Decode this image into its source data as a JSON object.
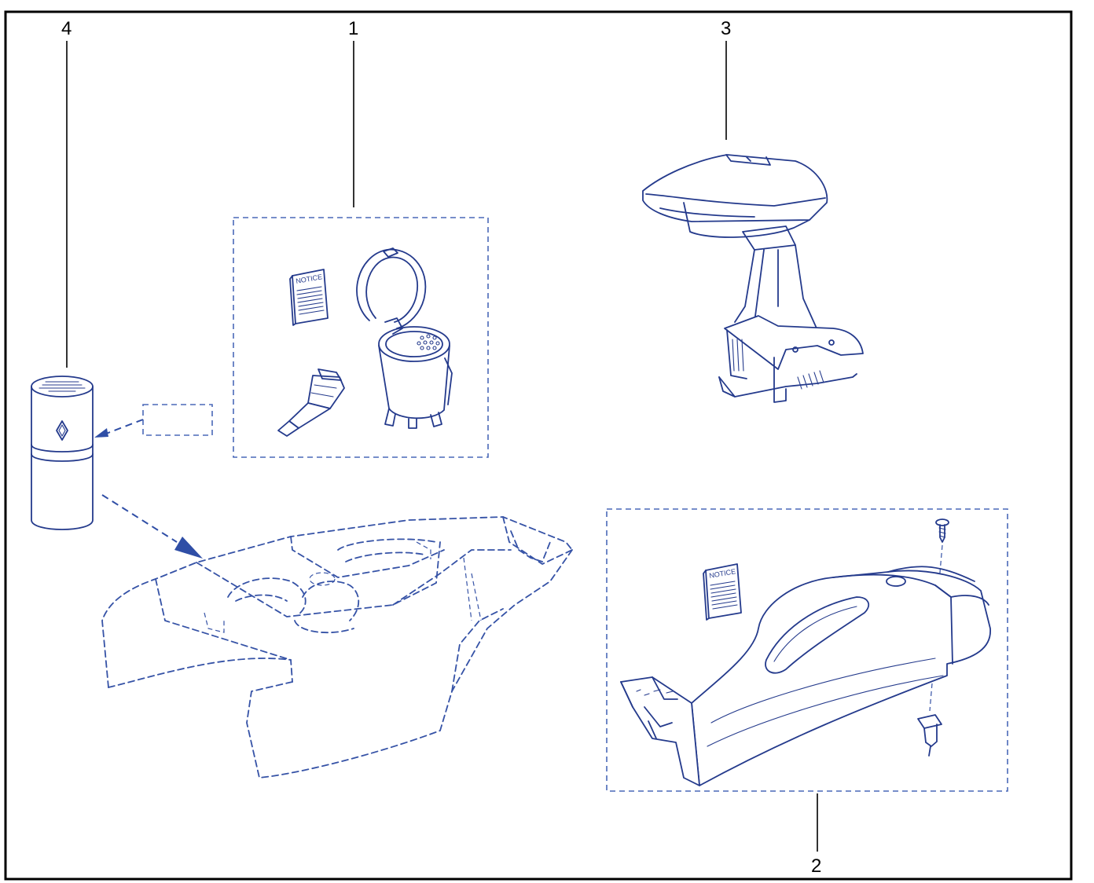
{
  "callouts": [
    {
      "id": "1",
      "label": "1"
    },
    {
      "id": "2",
      "label": "2"
    },
    {
      "id": "3",
      "label": "3"
    },
    {
      "id": "4",
      "label": "4"
    }
  ],
  "notice_label": "NOTICE",
  "colors": {
    "frame": "#000000",
    "ink": "#243a8c",
    "dashed_box": "#4a69b8"
  }
}
